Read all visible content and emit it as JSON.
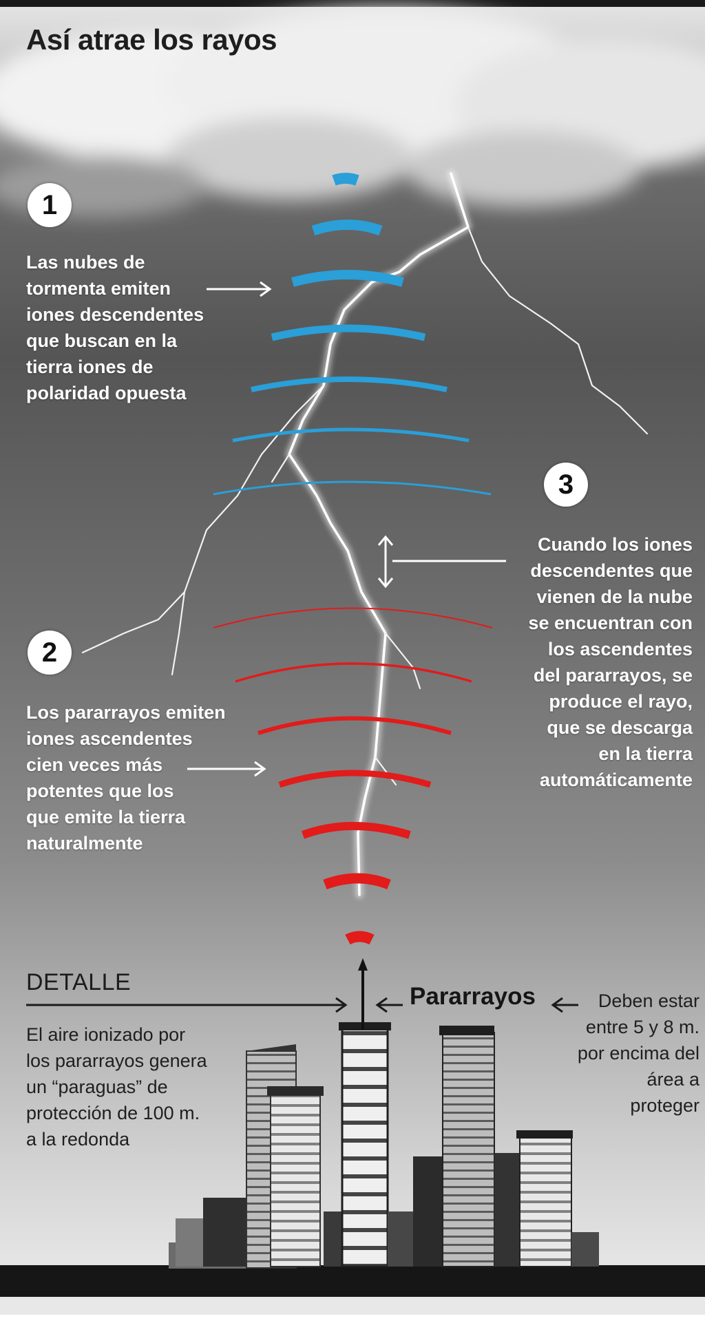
{
  "title": "Así atrae los rayos",
  "steps": [
    {
      "number": "1",
      "text": "Las nubes de\ntormenta emiten\niones descendentes\nque buscan en la\ntierra iones de\npolaridad opuesta"
    },
    {
      "number": "2",
      "text": "Los pararrayos emiten\niones ascendentes\ncien veces más\npotentes que los\nque emite la tierra\nnaturalmente"
    },
    {
      "number": "3",
      "text": "Cuando los iones\ndescendentes que\nvienen de la nube\nse encuentran con\nlos ascendentes\ndel pararrayos, se\nproduce el rayo,\nque se descarga\nen la tierra\nautomáticamente"
    }
  ],
  "detail": {
    "heading": "DETALLE",
    "text": "El aire ionizado por\nlos pararrayos genera\nun “paraguas” de\nprotección de 100 m.\na la redonda"
  },
  "rod": {
    "label": "Pararrayos",
    "note": "Deben estar\nentre 5 y 8 m.\npor encima del\nárea a\nproteger"
  },
  "colors": {
    "descending_ions": "#2a9fd8",
    "ascending_ions": "#e21b1b",
    "text_light": "#ffffff",
    "text_dark": "#1f1f1f"
  },
  "icons": [
    "arrow-right-icon",
    "double-arrow-vertical-icon",
    "arrow-left-icon",
    "lightning-bolt",
    "storm-cloud",
    "skyline"
  ]
}
